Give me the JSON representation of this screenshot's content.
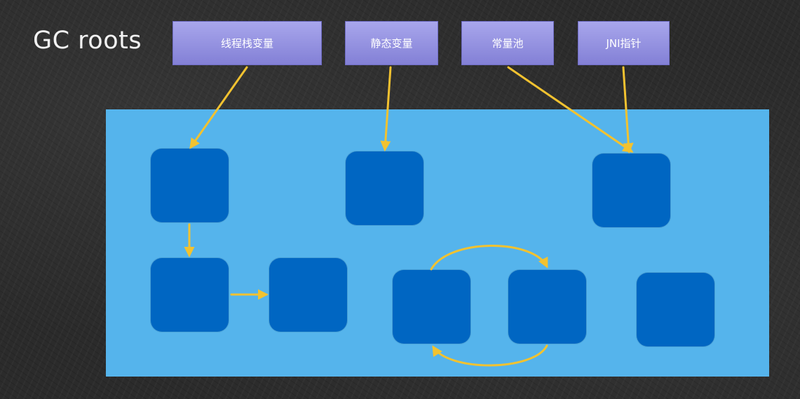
{
  "title": "GC roots",
  "roots": [
    {
      "id": "thread-stack",
      "label": "线程栈变量"
    },
    {
      "id": "static-vars",
      "label": "静态变量"
    },
    {
      "id": "const-pool",
      "label": "常量池"
    },
    {
      "id": "jni-pointer",
      "label": "JNI指针"
    }
  ],
  "colors": {
    "root_box": "#8f8ce0",
    "heap": "#55b4ec",
    "object": "#0066c2",
    "arrow": "#f2c230"
  }
}
